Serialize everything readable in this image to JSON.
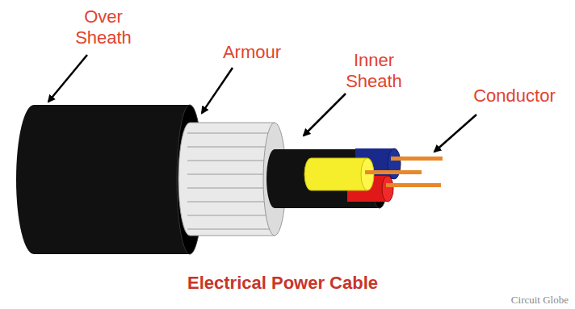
{
  "diagram": {
    "caption": "Electrical Power Cable",
    "labels": [
      "Over Sheath",
      "Armour",
      "Inner Sheath",
      "Conductor",
      "Circuit Globe"
    ]
  }
}
